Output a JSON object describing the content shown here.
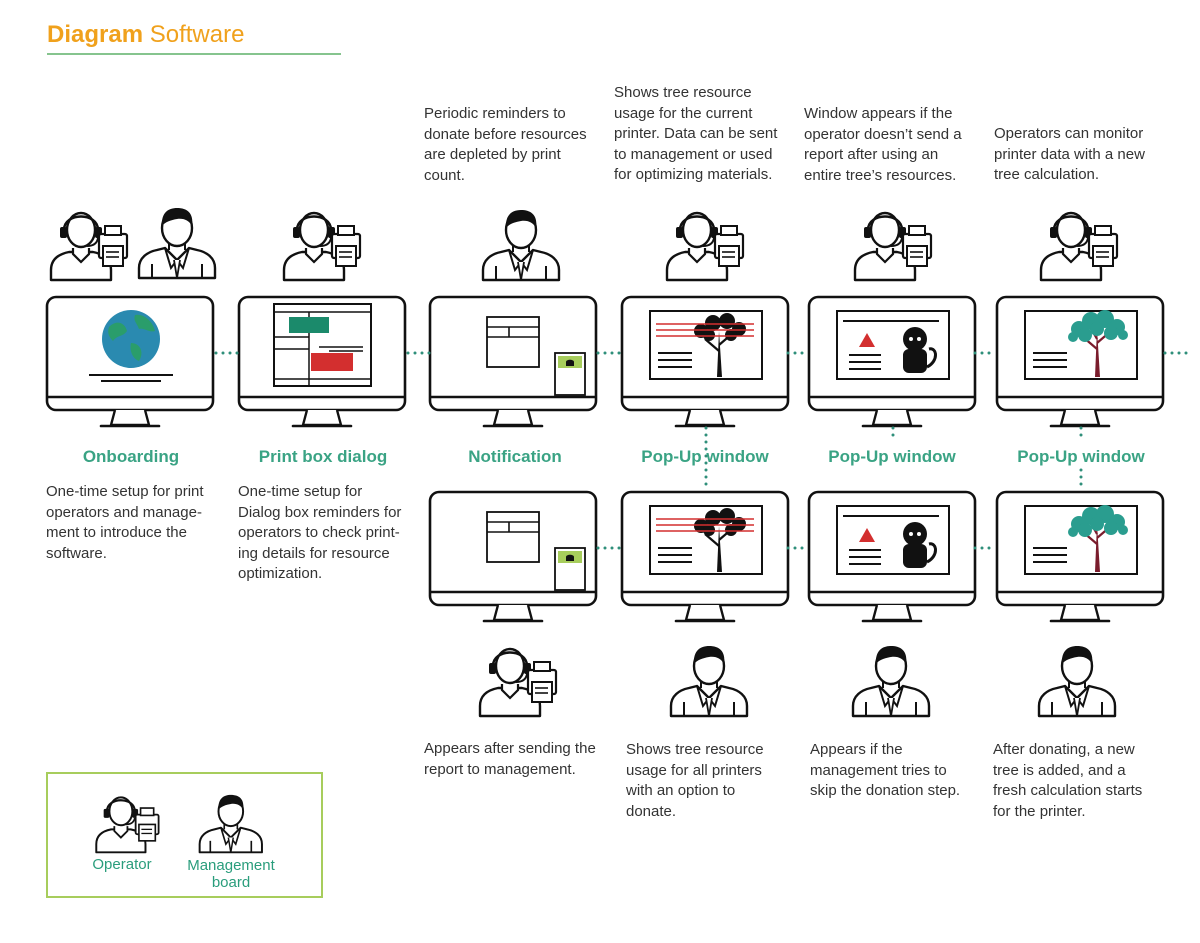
{
  "header": {
    "title_bold": "Diagram",
    "title_regular": "Software"
  },
  "stages": [
    {
      "label": "Onboarding"
    },
    {
      "label": "Print box dialog"
    },
    {
      "label": "Notification"
    },
    {
      "label": "Pop-Up window"
    },
    {
      "label": "Pop-Up window"
    },
    {
      "label": "Pop-Up window"
    }
  ],
  "top_descriptions": [
    "Periodic reminders to\ndonate before resources\nare depleted by print\ncount.",
    "Shows tree resource\nusage for the current\nprinter. Data can be sent\nto management or used\nfor optimizing materials.",
    "Window appears if the\noperator doesn’t send a\nreport after using an\nentire tree’s resources.",
    "Operators can monitor\nprinter data with a new\ntree calculation."
  ],
  "stage_descriptions": [
    "One-time setup for print\noperators and manage-\nment to introduce the\nsoftware.",
    "One-time setup for\nDialog box reminders for\noperators to check print-\ning details for resource\noptimization."
  ],
  "bottom_descriptions": [
    "Appears after sending the\nreport to management.",
    "Shows tree resource\nusage for all printers\nwith an option to\ndonate.",
    "Appears if the\nmanagement tries to\nskip the donation step.",
    "After donating, a new\ntree is added, and a\nfresh calculation starts\nfor the printer."
  ],
  "legend": {
    "operator": "Operator",
    "management": "Management\nboard"
  },
  "icons": [
    "operator-icon",
    "manager-icon",
    "monitor-icon",
    "globe-icon",
    "tree-icon",
    "warning-icon",
    "monkey-icon",
    "bell-icon"
  ],
  "colors": {
    "title": "#f0a11c",
    "stage_label": "#3aa384",
    "connector": "#2f8f7a",
    "legend_border": "#a7cd5c",
    "title_rule": "#86c48e",
    "tree_canopy": "#2a9d8f",
    "tree_trunk": "#7a1c2c",
    "warning": "#d32f2f",
    "dialog_green": "#1b8a6b",
    "dialog_red": "#d32f2f"
  }
}
